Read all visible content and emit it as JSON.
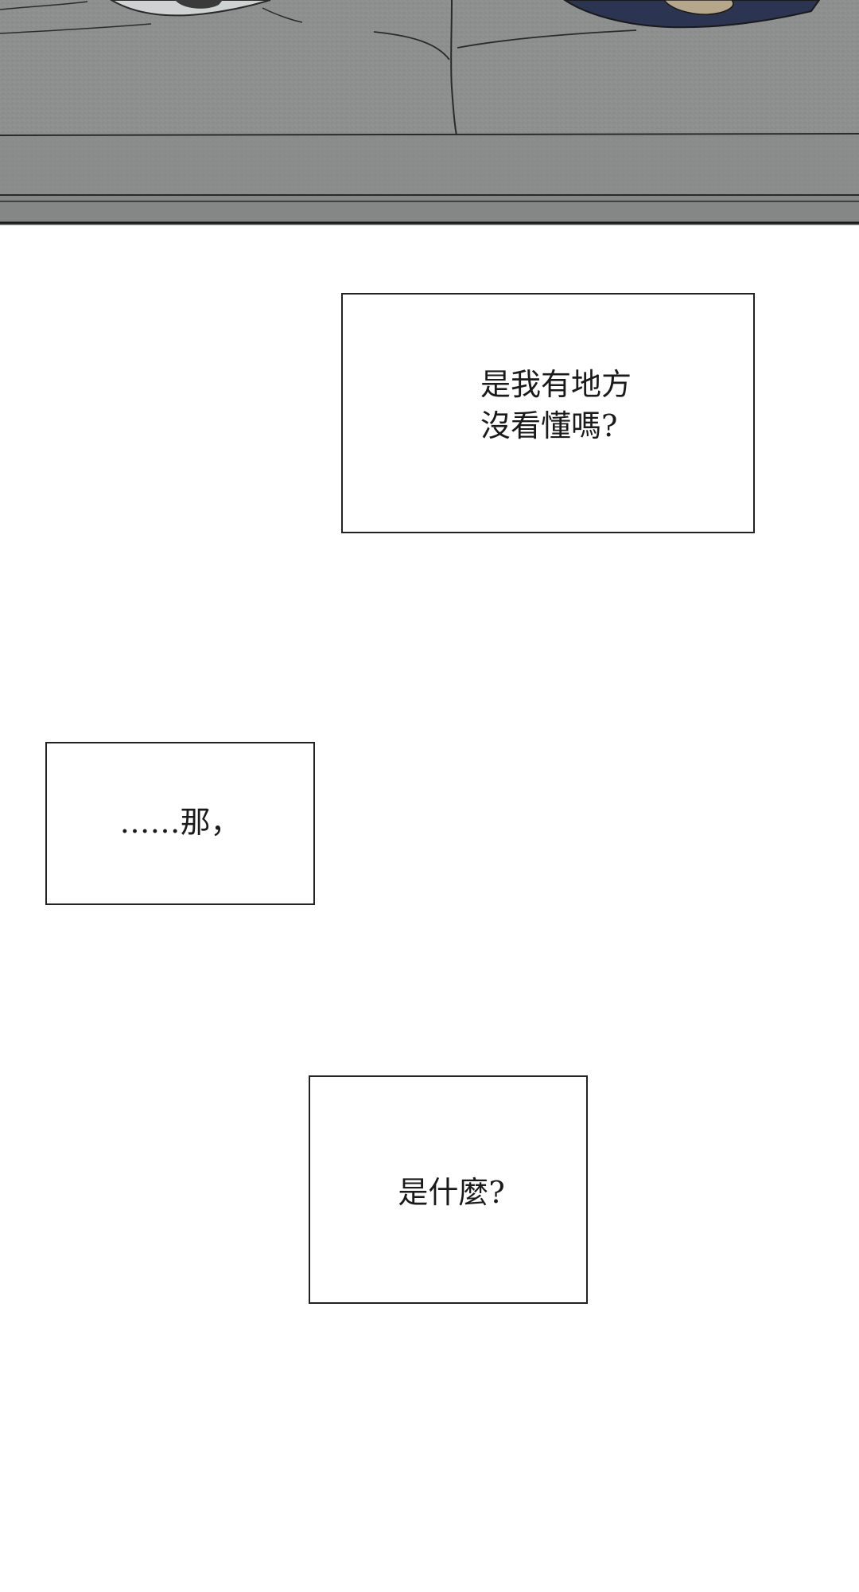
{
  "captions": [
    {
      "lines": [
        "是我有地方",
        "沒看懂嗎?"
      ]
    },
    {
      "lines": [
        "……那，"
      ]
    },
    {
      "lines": [
        "是什麼?"
      ]
    }
  ],
  "scene": {
    "description_colors": {
      "cushion": "#8c8e8e",
      "cushion_shadow": "#7a7c7c",
      "outline": "#1f1f1f",
      "jacket": "#2b3450",
      "skin": "#b7a78a",
      "shoe": "#cfd2d2"
    }
  }
}
